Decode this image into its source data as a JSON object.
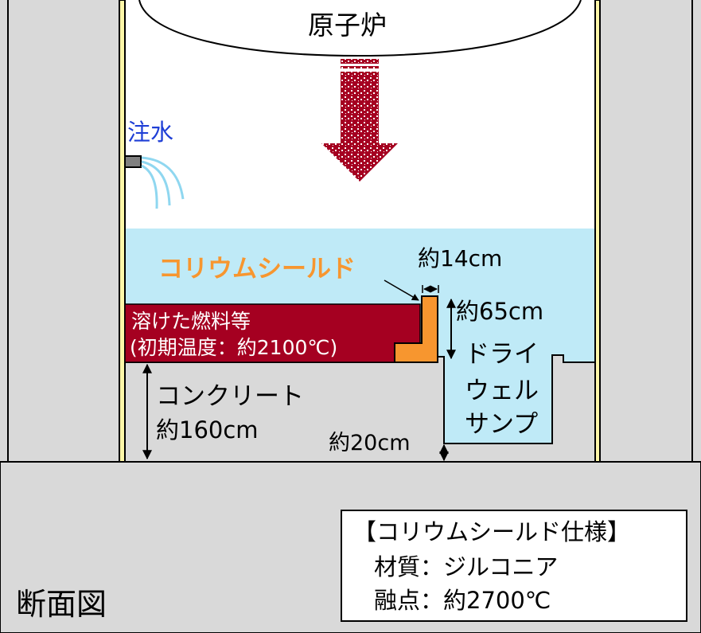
{
  "reactor_label": "原子炉",
  "water_injection_label": "注水",
  "corium_shield_label": "コリウムシールド",
  "molten_fuel": {
    "line1": "溶けた燃料等",
    "line2": "(初期温度：約2100℃)"
  },
  "dimensions": {
    "shield_thickness": "約14cm",
    "shield_height": "約65cm",
    "concrete_label": "コンクリート",
    "concrete_thickness": "約160cm",
    "sump_depth": "約20cm"
  },
  "sump_label": [
    "ドライ",
    "ウェル",
    "サンプ"
  ],
  "section_label": "断面図",
  "spec_box": {
    "title": "【コリウムシールド仕様】",
    "material": "材質：ジルコニア",
    "melting_point": "融点：約2700℃"
  },
  "colors": {
    "water": "#bfeaf7",
    "molten_fuel": "#a50021",
    "shield": "#f7962f",
    "concrete": "#d9d9d9",
    "liner": "#fff7a8",
    "water_injection_text": "#1f3fd6",
    "shield_text": "#f7962f",
    "arrow": "#a50021"
  }
}
